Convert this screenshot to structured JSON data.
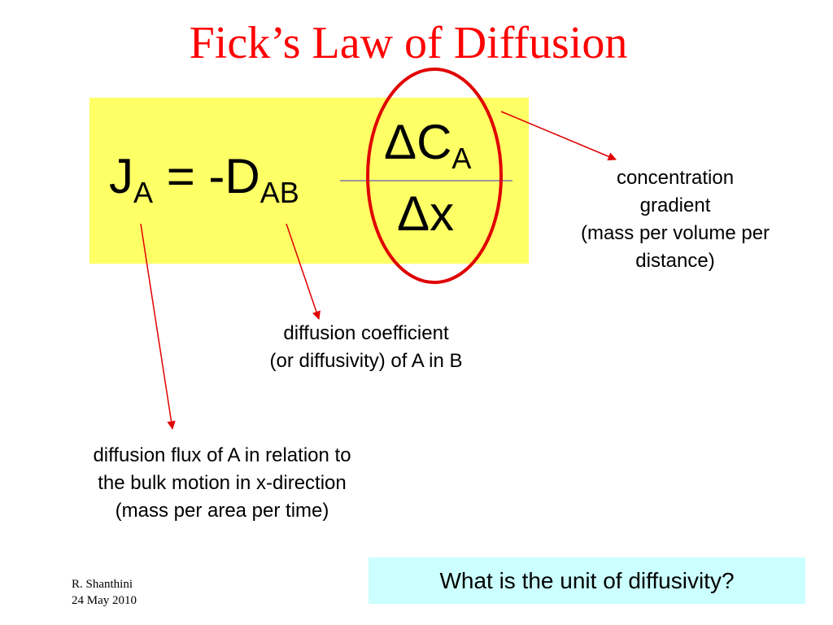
{
  "slide": {
    "title": "Fick’s Law of Diffusion",
    "equation": {
      "flux_symbol": "J",
      "flux_subscript": "A",
      "equals_minus_d": "= -D",
      "d_subscript": "AB",
      "numerator": "ΔC",
      "numerator_subscript": "A",
      "denominator": "Δx"
    },
    "annotations": {
      "concentration_gradient": [
        "concentration",
        "gradient",
        "(mass per volume per",
        "distance)"
      ],
      "diffusion_coefficient": [
        "diffusion coefficient",
        "(or diffusivity) of A in B"
      ],
      "diffusion_flux": [
        "diffusion flux of A in relation to",
        "the bulk motion in x-direction",
        "(mass per area per time)"
      ]
    },
    "question": "What is the unit of diffusivity?",
    "footer": {
      "author": "R. Shanthini",
      "date": "24 May 2010"
    },
    "colors": {
      "title": "#ff0000",
      "equation_box": "#ffff66",
      "highlight_circle": "#e00000",
      "arrows": "#e00000",
      "question_box": "#ccffff"
    }
  }
}
